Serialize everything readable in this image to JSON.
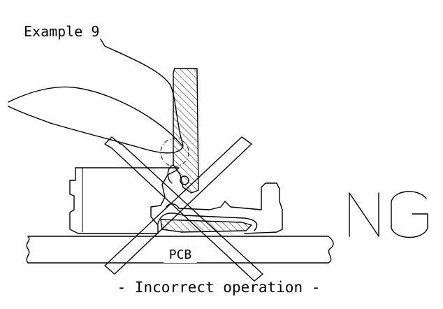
{
  "labels": {
    "example": "Example 9",
    "pcb": "PCB",
    "verdict": "NG",
    "caption": "- Incorrect operation -"
  },
  "colors": {
    "stroke": "#000000",
    "background": "#ffffff"
  }
}
